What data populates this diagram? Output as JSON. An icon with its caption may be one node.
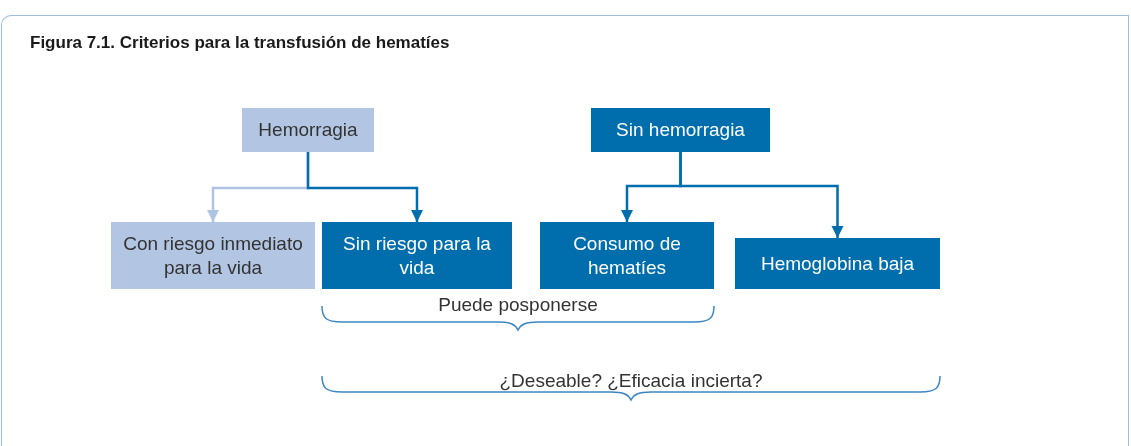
{
  "diagram": {
    "title": "Figura 7.1. Criterios para la transfusión de hematíes",
    "nodes": [
      {
        "text": [
          "Hemorragia"
        ]
      },
      {
        "text": [
          "Sin hemorragia"
        ]
      },
      {
        "text": [
          "Con riesgo inmediato para la vida"
        ]
      },
      {
        "text": [
          "Sin riesgo para la vida"
        ]
      },
      {
        "text": [
          "Consumo de hematíes"
        ]
      },
      {
        "text": [
          "Hemoglobina baja"
        ]
      }
    ],
    "edges": [
      {
        "from": 0,
        "to": 2,
        "arrow": "to",
        "color": "#aec4e2"
      },
      {
        "from": 0,
        "to": 3,
        "arrow": "to"
      },
      {
        "from": 1,
        "to": 4,
        "arrow": "to"
      },
      {
        "from": 1,
        "to": 5,
        "arrow": "to"
      }
    ],
    "labels": [
      "Puede posponerse",
      "¿Deseable? ¿Eficacia incierta?"
    ]
  }
}
